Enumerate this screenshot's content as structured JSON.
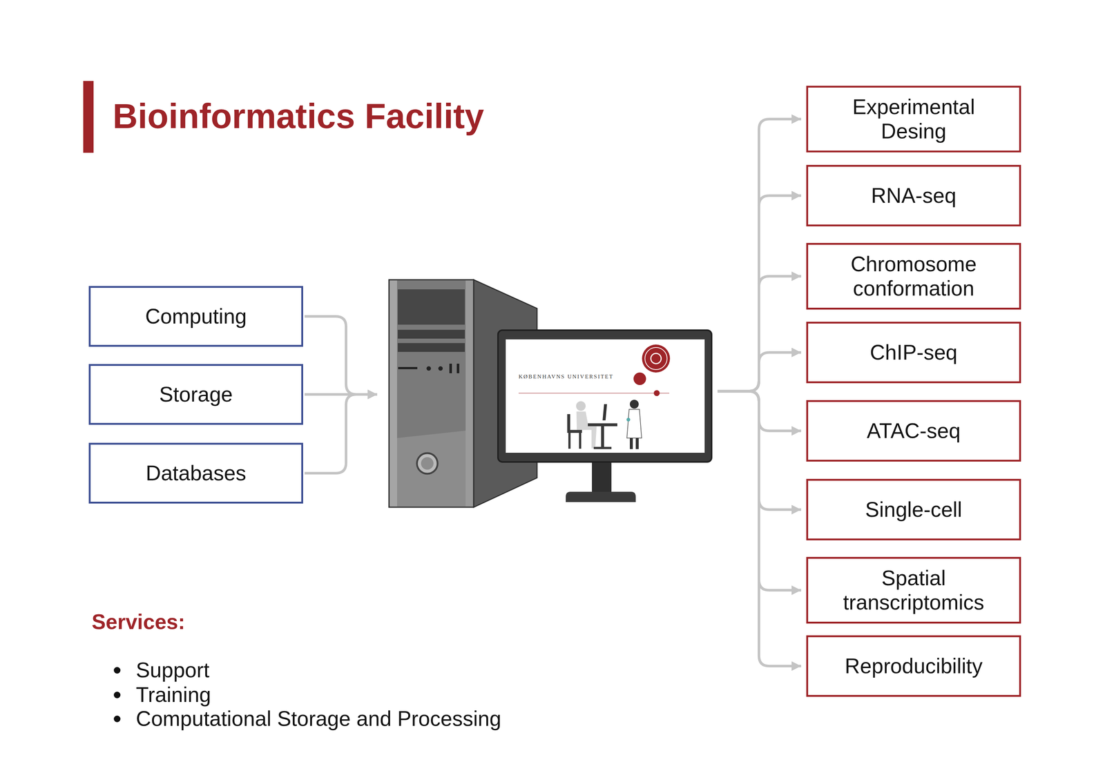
{
  "diagram": {
    "title": "Bioinformatics Facility",
    "nodes": [
      {
        "text": [
          "Computing"
        ]
      },
      {
        "text": [
          "Storage"
        ]
      },
      {
        "text": [
          "Databases"
        ]
      },
      {
        "text": [
          "KØBENHAVNS UNIVERSITET"
        ]
      },
      {
        "text": [
          "Experimental Desing"
        ]
      },
      {
        "text": [
          "RNA-seq"
        ]
      },
      {
        "text": [
          "Chromosome conformation"
        ]
      },
      {
        "text": [
          "ChIP-seq"
        ]
      },
      {
        "text": [
          "ATAC-seq"
        ]
      },
      {
        "text": [
          "Single-cell"
        ]
      },
      {
        "text": [
          "Spatial transcriptomics"
        ]
      },
      {
        "text": [
          "Reproducibility"
        ]
      }
    ],
    "edges": [
      {
        "from": 0,
        "to": 3,
        "arrow": "to"
      },
      {
        "from": 1,
        "to": 3,
        "arrow": "to"
      },
      {
        "from": 2,
        "to": 3,
        "arrow": "to"
      },
      {
        "from": 3,
        "to": 4,
        "arrow": "to"
      },
      {
        "from": 3,
        "to": 5,
        "arrow": "to"
      },
      {
        "from": 3,
        "to": 6,
        "arrow": "to"
      },
      {
        "from": 3,
        "to": 7,
        "arrow": "to"
      },
      {
        "from": 3,
        "to": 8,
        "arrow": "to"
      },
      {
        "from": 3,
        "to": 9,
        "arrow": "to"
      },
      {
        "from": 3,
        "to": 10,
        "arrow": "to"
      },
      {
        "from": 3,
        "to": 11,
        "arrow": "to"
      }
    ],
    "labels": [
      "Services:",
      "Support",
      "Training",
      "Computational Storage and Processing"
    ]
  }
}
